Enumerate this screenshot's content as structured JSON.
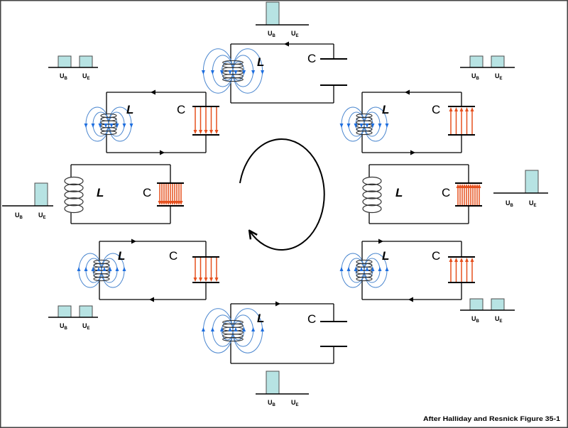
{
  "diagram": {
    "credit": "After Halliday and Resnick Figure 35-1",
    "cycle_arrow": "clockwise"
  },
  "labels": {
    "inductor": "L",
    "capacitor": "C",
    "magnetic_energy": {
      "symbol": "U",
      "subscript": "B"
    },
    "electric_energy": {
      "symbol": "U",
      "subscript": "E"
    }
  },
  "colors": {
    "wire": "#000000",
    "coil": "#333333",
    "magnetic_field": "#4a86cf",
    "magnetic_arrow": "#1d6ee0",
    "electric_field": "#e5501e",
    "energy_bar": "#b7e3e3",
    "bar_outline": "#4d4d4d"
  },
  "states": [
    {
      "U_B": 0,
      "U_E": 1,
      "current": "none",
      "B_field": "none",
      "E_field": "down"
    },
    {
      "U_B": 0.5,
      "U_E": 0.5,
      "current": "counterclockwise",
      "B_field": "down",
      "E_field": "down"
    },
    {
      "U_B": 1,
      "U_E": 0,
      "current": "counterclockwise",
      "B_field": "down",
      "E_field": "none"
    },
    {
      "U_B": 0.5,
      "U_E": 0.5,
      "current": "counterclockwise",
      "B_field": "down",
      "E_field": "up"
    },
    {
      "U_B": 0,
      "U_E": 1,
      "current": "none",
      "B_field": "none",
      "E_field": "up"
    },
    {
      "U_B": 0.5,
      "U_E": 0.5,
      "current": "clockwise",
      "B_field": "up",
      "E_field": "up"
    },
    {
      "U_B": 1,
      "U_E": 0,
      "current": "clockwise",
      "B_field": "up",
      "E_field": "none"
    },
    {
      "U_B": 0.5,
      "U_E": 0.5,
      "current": "clockwise",
      "B_field": "up",
      "E_field": "down"
    }
  ]
}
